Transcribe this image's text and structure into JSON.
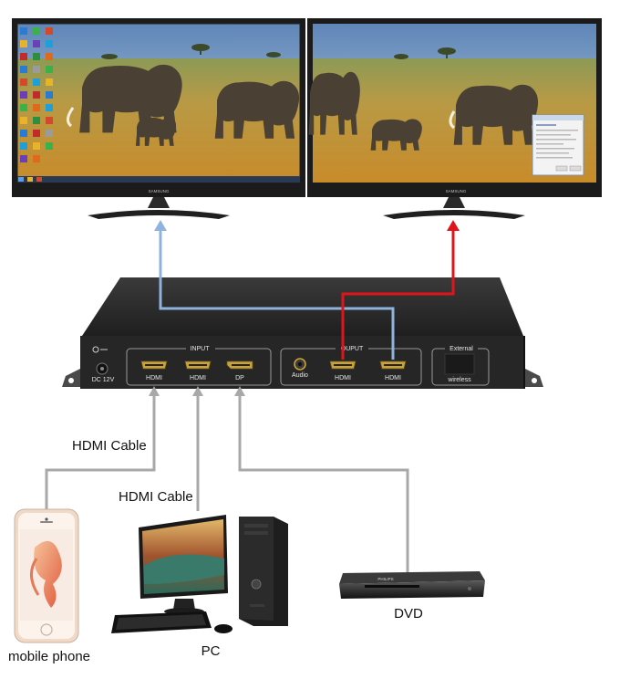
{
  "monitors": {
    "left_brand": "SAMSUNG",
    "right_brand": "SAMSUNG"
  },
  "device": {
    "input_group_label": "INPUT",
    "output_group_label": "OUPUT",
    "external_group_label": "External",
    "power_label": "DC 12V",
    "ports": {
      "input_hdmi_1": "HDMI",
      "input_hdmi_2": "HDMI",
      "input_dp": "DP",
      "audio": "Audio",
      "output_hdmi_1": "HDMI",
      "output_hdmi_2": "HDMI",
      "wireless": "wireless"
    }
  },
  "cables": {
    "phone_cable_label": "HDMI Cable",
    "pc_cable_label": "HDMI Cable"
  },
  "sources": {
    "phone_label": "mobile phone",
    "pc_label": "PC",
    "dvd_label": "DVD",
    "dvd_brand": "PHILIPS"
  },
  "colors": {
    "line_to_left_monitor": "#8fb3dd",
    "line_to_right_monitor": "#e0141b",
    "source_cable": "#a8a8a8",
    "device_body": "#2d2d2d"
  }
}
